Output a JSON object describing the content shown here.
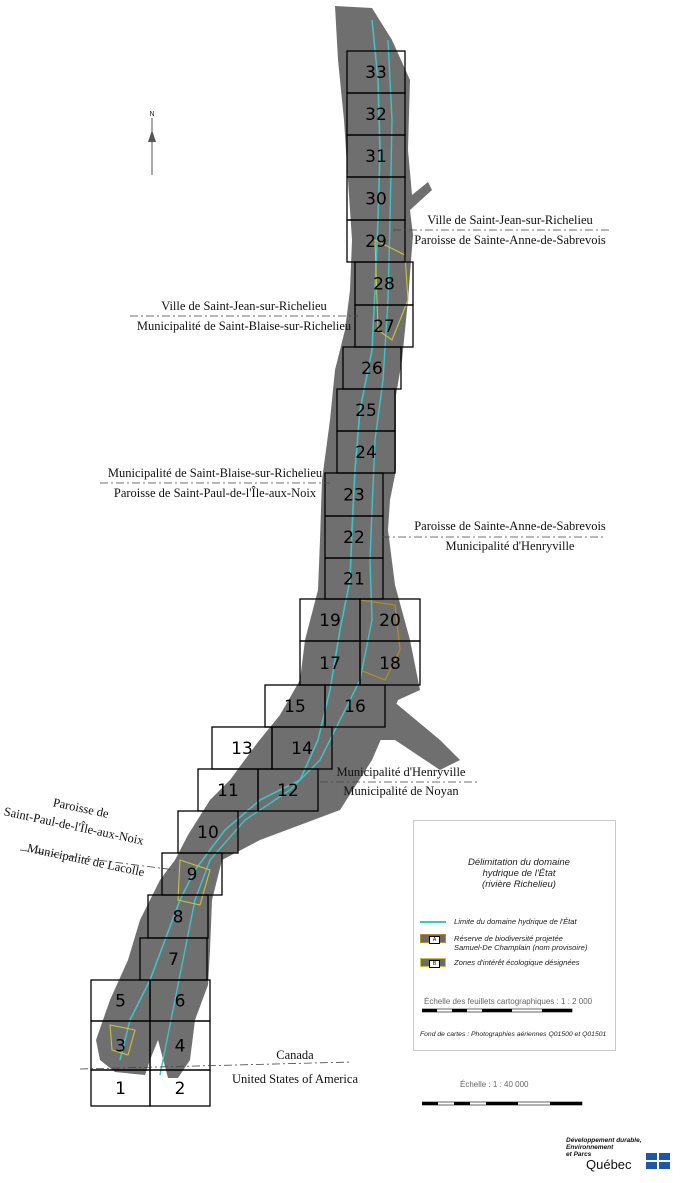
{
  "sheets": [
    {
      "n": "1",
      "row": 12,
      "col": 0
    },
    {
      "n": "2",
      "row": 12,
      "col": 1
    },
    {
      "n": "3",
      "row": 11,
      "col": 0
    },
    {
      "n": "4",
      "row": 11,
      "col": 1
    },
    {
      "n": "5",
      "row": 10,
      "col": 0
    },
    {
      "n": "6",
      "row": 10,
      "col": 1
    },
    {
      "n": "7"
    },
    {
      "n": "8"
    },
    {
      "n": "9"
    },
    {
      "n": "10"
    },
    {
      "n": "11"
    },
    {
      "n": "12"
    },
    {
      "n": "13"
    },
    {
      "n": "14"
    },
    {
      "n": "15"
    },
    {
      "n": "16"
    },
    {
      "n": "17"
    },
    {
      "n": "18"
    },
    {
      "n": "19"
    },
    {
      "n": "20"
    },
    {
      "n": "21"
    },
    {
      "n": "22"
    },
    {
      "n": "23"
    },
    {
      "n": "24"
    },
    {
      "n": "25"
    },
    {
      "n": "26"
    },
    {
      "n": "27"
    },
    {
      "n": "28"
    },
    {
      "n": "29"
    },
    {
      "n": "30"
    },
    {
      "n": "31"
    },
    {
      "n": "32"
    },
    {
      "n": "33"
    }
  ],
  "boundaries": {
    "b1_top": "Ville de Saint-Jean-sur-Richelieu",
    "b1_bottom": "Paroisse de Sainte-Anne-de-Sabrevois",
    "b2_top": "Ville de Saint-Jean-sur-Richelieu",
    "b2_bottom": "Municipalité de Saint-Blaise-sur-Richelieu",
    "b3_top": "Municipalité de Saint-Blaise-sur-Richelieu",
    "b3_bottom": "Paroisse de Saint-Paul-de-l'Île-aux-Noix",
    "b4_top": "Paroisse de Sainte-Anne-de-Sabrevois",
    "b4_bottom": "Municipalité d'Henryville",
    "b5_top": "Municipalité d'Henryville",
    "b5_bottom": "Municipalité de Noyan",
    "b6_top1": "Paroisse de",
    "b6_top2": "Saint-Paul-de-l'Île-aux-Noix",
    "b6_bottom": "Municipalité de Lacolle",
    "b7_top": "Canada",
    "b7_bottom": "United States of America"
  },
  "north_arrow": {
    "label": "N"
  },
  "legend": {
    "title1": "Délimitation du domaine",
    "title2": "hydrique de l'État",
    "title3": "(rivière Richelieu)",
    "limit_label": "Limite du domaine hydrique de l'État",
    "reserve_box": "A",
    "reserve_label1": "Réserve de biodiversité projetée",
    "reserve_label2": "Samuel-De Champlain (nom provisoire)",
    "zones_box": "B",
    "zones_label": "Zones d'intérêt écologique désignées",
    "sheet_scale": "Échelle des feuillets cartographiques : 1 : 2 000",
    "source": "Fond de cartes : Photographies aériennes Q01500 et Q01501"
  },
  "main_scale": "Échelle : 1 : 40 000",
  "logo": {
    "line1": "Développement durable,",
    "line2": "Environnement",
    "line3": "et Parcs",
    "name": "Québec"
  },
  "colors": {
    "land": "#6f6f6f",
    "river": "#3cc4c8",
    "reserve": "#b58a2a",
    "zones": "#c9c43a"
  }
}
